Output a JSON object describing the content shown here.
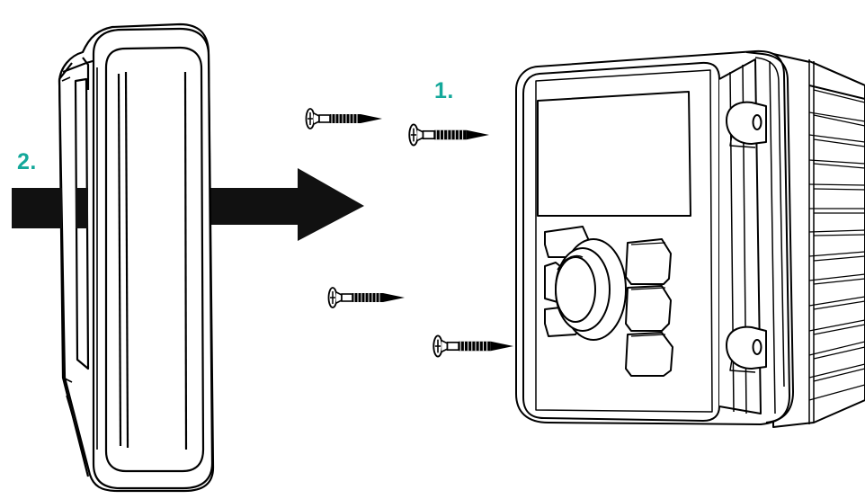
{
  "accent_color": "#14a89a",
  "steps": {
    "step1": "1.",
    "step2": "2."
  },
  "parts": {
    "cover": "mounting-cover-plate",
    "unit": "marine-stereo-head-unit",
    "screws": 4,
    "arrow": "install-direction-arrow"
  }
}
